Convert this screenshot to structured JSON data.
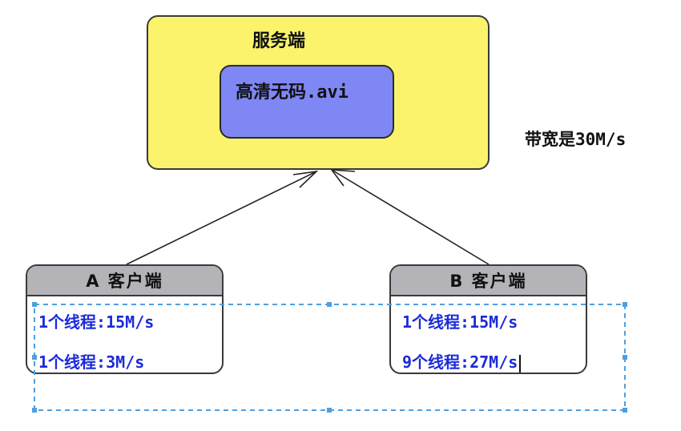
{
  "server": {
    "title": "服务端",
    "file_name": "高清无码.avi"
  },
  "bandwidth_label": "带宽是30M/s",
  "clients": [
    {
      "title": "A 客户端",
      "lines": [
        "1个线程:15M/s",
        "1个线程:3M/s"
      ]
    },
    {
      "title": "B 客户端",
      "lines": [
        "1个线程:15M/s",
        "9个线程:27M/s"
      ]
    }
  ],
  "colors": {
    "server_fill": "#faf36b",
    "file_fill": "#7f87f5",
    "client_header_fill": "#b4b4b8",
    "thread_text": "#1b2bd8",
    "selection": "#4f9fe0"
  },
  "arrows": [
    "client-a-to-server",
    "client-b-to-server"
  ],
  "selection_box": "dashed-selection-rectangle"
}
